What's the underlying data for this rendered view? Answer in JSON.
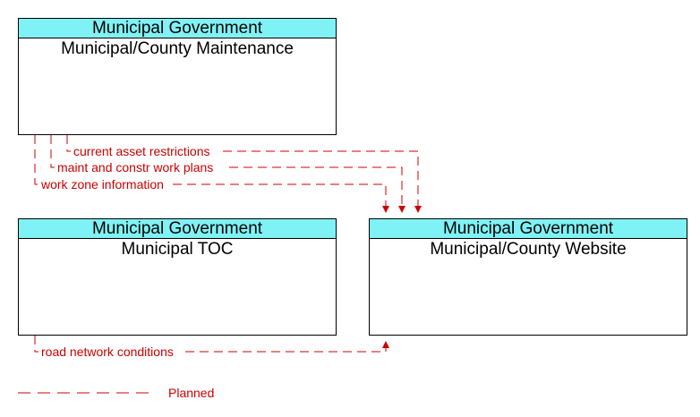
{
  "elements": [
    {
      "id": "maintenance",
      "group": "Municipal Government",
      "name": "Municipal/County Maintenance"
    },
    {
      "id": "toc",
      "group": "Municipal Government",
      "name": "Municipal TOC"
    },
    {
      "id": "website",
      "group": "Municipal Government",
      "name": "Municipal/County Website"
    }
  ],
  "flows": [
    {
      "id": "current-asset-restrictions",
      "label": "current asset restrictions",
      "from": "Municipal/County Maintenance",
      "to": "Municipal/County Website",
      "status": "Planned"
    },
    {
      "id": "maint-and-constr-work-plans",
      "label": "maint and constr work plans",
      "from": "Municipal/County Maintenance",
      "to": "Municipal/County Website",
      "status": "Planned"
    },
    {
      "id": "work-zone-information",
      "label": "work zone information",
      "from": "Municipal/County Maintenance",
      "to": "Municipal/County Website",
      "status": "Planned"
    },
    {
      "id": "road-network-conditions",
      "label": "road network conditions",
      "from": "Municipal TOC",
      "to": "Municipal/County Website",
      "status": "Planned"
    }
  ],
  "legend": {
    "planned_label": "Planned"
  },
  "colors": {
    "header_fill": "#7ff2f5",
    "flow_line": "#cc0000",
    "border": "#000000"
  }
}
